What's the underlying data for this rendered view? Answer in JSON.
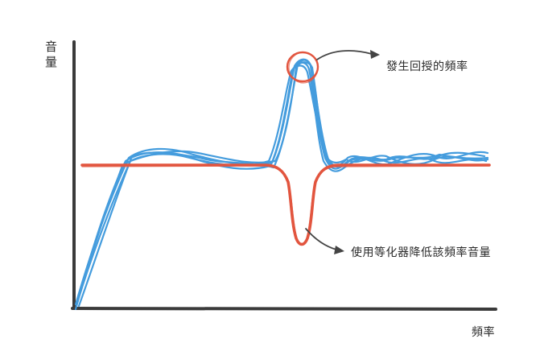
{
  "axes": {
    "y_label": "音量",
    "x_label": "頻率"
  },
  "annotations": {
    "feedback_frequency": "發生回授的頻率",
    "eq_reduce": "使用等化器降低該頻率音量"
  },
  "colors": {
    "axis": "#3a3a3a",
    "response_curve": "#3b97dc",
    "eq_curve": "#e2553f",
    "highlight_circle": "#e2553f",
    "arrow": "#444444"
  }
}
